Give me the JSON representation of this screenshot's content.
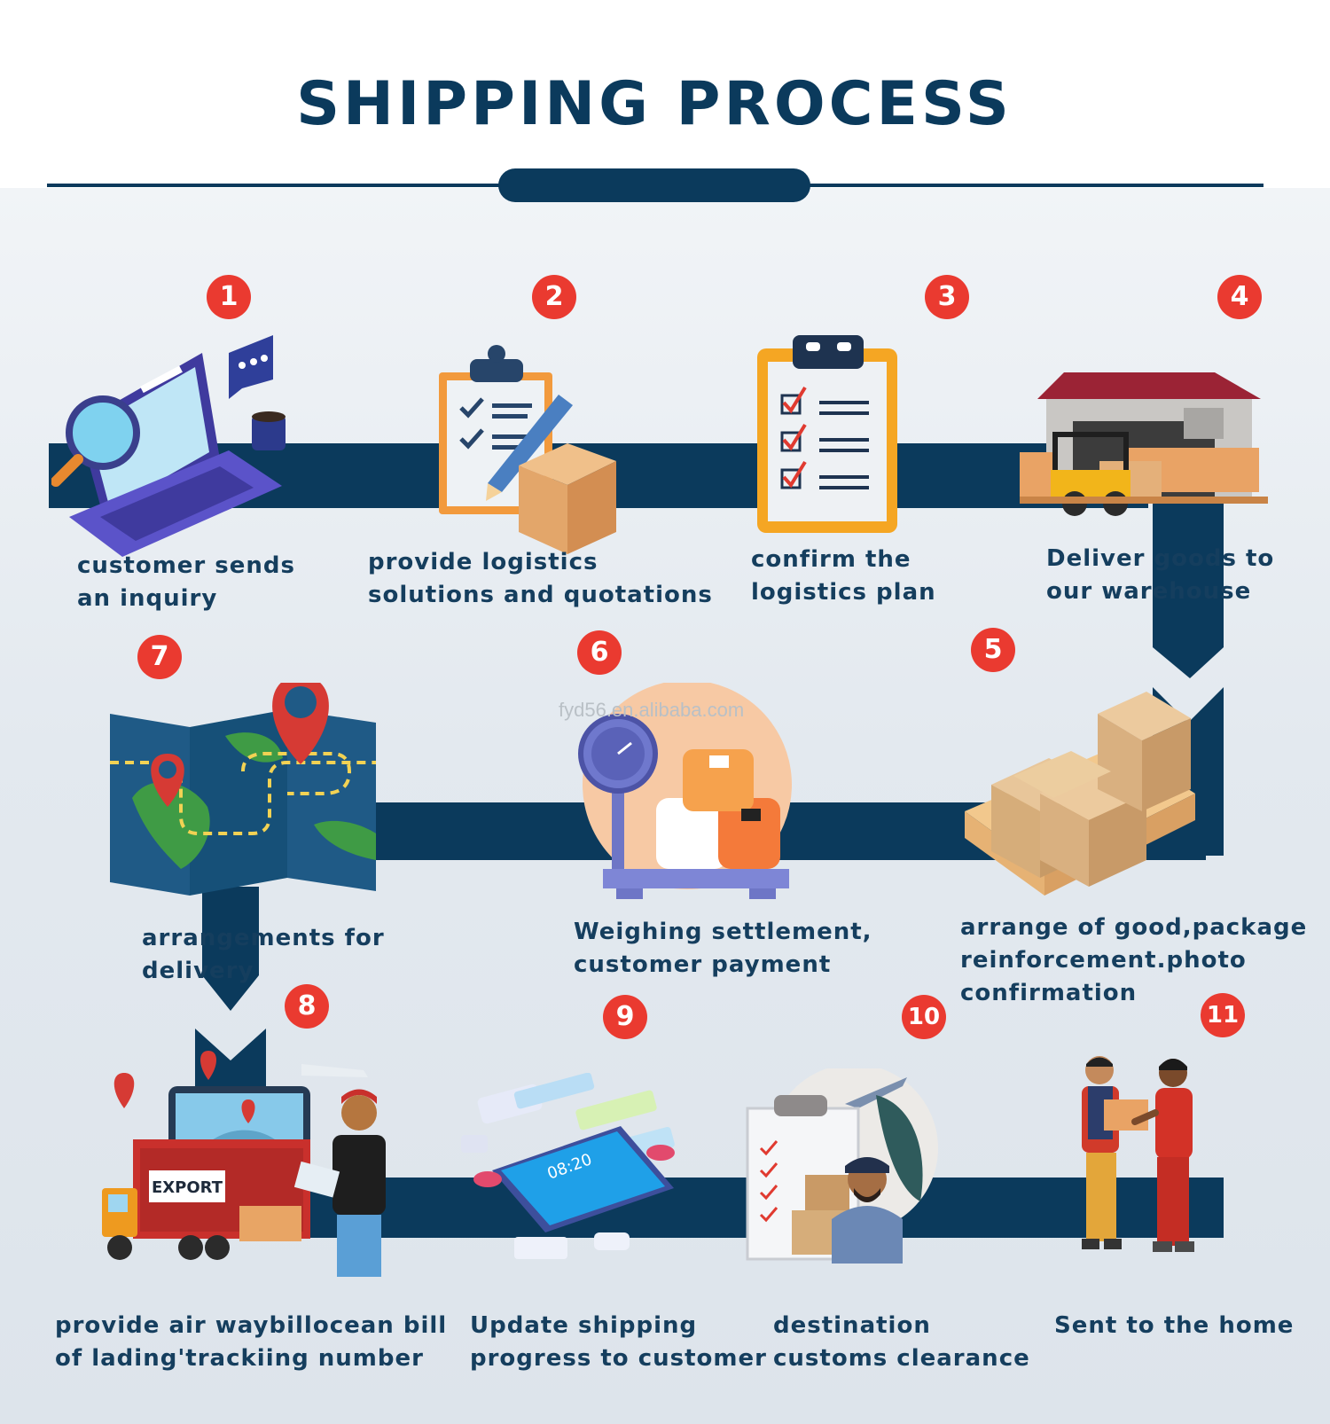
{
  "page": {
    "title": "SHIPPING PROCESS",
    "watermark": "fyd56.en.alibaba.com"
  },
  "colors": {
    "navy": "#0b3a5c",
    "red": "#ea3a30",
    "text": "#153e5e"
  },
  "steps": [
    {
      "number": "1",
      "lines": [
        "customer sends",
        "an inquiry"
      ]
    },
    {
      "number": "2",
      "lines": [
        "provide logistics",
        "solutions and quotations"
      ]
    },
    {
      "number": "3",
      "lines": [
        "confirm the",
        "logistics plan"
      ]
    },
    {
      "number": "4",
      "lines": [
        "Deliver goods to",
        "our warehouse"
      ]
    },
    {
      "number": "5",
      "lines": [
        "arrange of good,package",
        "reinforcement.photo",
        "confirmation"
      ]
    },
    {
      "number": "6",
      "lines": [
        "Weighing settlement,",
        "customer payment"
      ]
    },
    {
      "number": "7",
      "lines": [
        "arrangements for",
        "delivery"
      ]
    },
    {
      "number": "8",
      "lines": [
        "provide air waybillocean bill",
        "of lading'trackiing number"
      ]
    },
    {
      "number": "9",
      "lines": [
        "Update shipping",
        "progress to customer"
      ]
    },
    {
      "number": "10",
      "lines": [
        "destination",
        "customs clearance"
      ]
    },
    {
      "number": "11",
      "lines": [
        "Sent to the home"
      ]
    }
  ],
  "illustrations": {
    "step1": "laptop-search-icon",
    "step2": "clipboard-pencil-box-icon",
    "step3": "checklist-clipboard-icon",
    "step4": "warehouse-forklift-icon",
    "step5": "boxes-pallet-icon",
    "step6": "weighing-scale-icon",
    "step7": "map-pins-icon",
    "step8": "export-truck-icon",
    "step9": "phone-tracking-icon",
    "step10": "customs-officer-icon",
    "step11": "delivery-handover-icon"
  },
  "labels": {
    "export": "EXPORT",
    "phone_time": "08:20"
  }
}
